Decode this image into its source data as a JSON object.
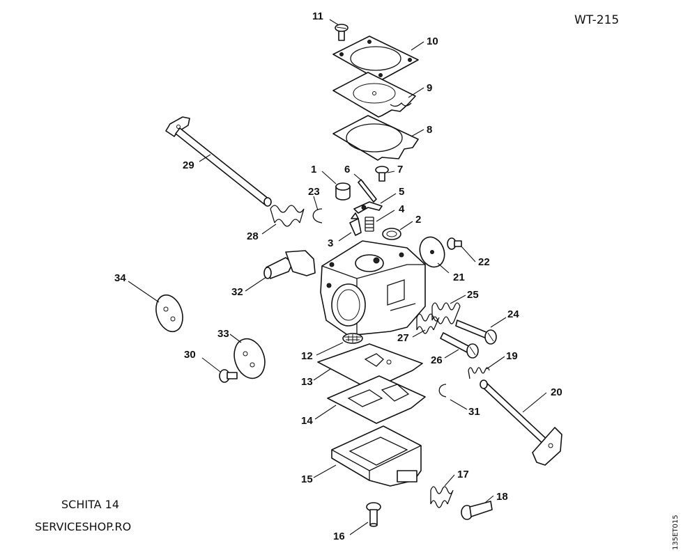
{
  "model_code": "WT-215",
  "footer": {
    "line1": "SCHITA 14",
    "line2": "SERVICESHOP.RO"
  },
  "figure_code": "135ET015",
  "callouts": [
    "1",
    "2",
    "3",
    "4",
    "5",
    "6",
    "7",
    "8",
    "9",
    "10",
    "11",
    "12",
    "13",
    "14",
    "15",
    "16",
    "17",
    "18",
    "19",
    "20",
    "21",
    "22",
    "23",
    "24",
    "25",
    "26",
    "27",
    "28",
    "29",
    "30",
    "31",
    "32",
    "33",
    "34"
  ]
}
